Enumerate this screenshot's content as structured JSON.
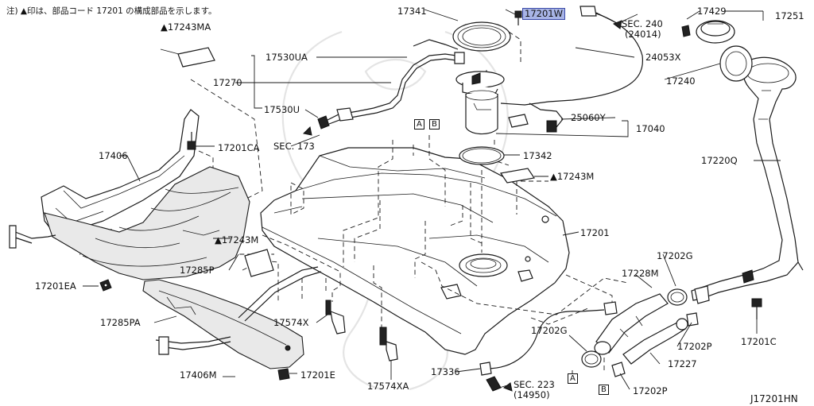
{
  "note": "注) ▲印は、部品コード 17201 の構成部品を示します。",
  "diagram_id": "J17201HN",
  "labels": {
    "p17243ma": "▲17243MA",
    "p17341": "17341",
    "p17201w": "17201W",
    "sec240": "SEC. 240",
    "sec240_ref": "(24014)",
    "p17429": "17429",
    "p17251": "17251",
    "p17530ua": "17530UA",
    "p24053x": "24053X",
    "p17270": "17270",
    "p17240": "17240",
    "p17530u": "17530U",
    "p25060y": "25060Y",
    "p17040": "17040",
    "sec173": "SEC. 173",
    "p17201ca": "17201CA",
    "p17406": "17406",
    "p17342": "17342",
    "p17220q": "17220Q",
    "p17243m_1": "▲17243M",
    "p17201": "17201",
    "p17243m_2": "▲17243M",
    "p17285p": "17285P",
    "p17202g_1": "17202G",
    "p17228m": "17228M",
    "p17201ea": "17201EA",
    "p17285pa": "17285PA",
    "p17574x": "17574X",
    "p17202g_2": "17202G",
    "p17202p_1": "17202P",
    "p17201c": "17201C",
    "p17406m": "17406M",
    "p17201e": "17201E",
    "p17227": "17227",
    "p17336": "17336",
    "sec223": "SEC. 223",
    "sec223_ref": "(14950)",
    "p17574xa": "17574XA",
    "p17202p_2": "17202P",
    "box_a": "A",
    "box_b": "B"
  }
}
